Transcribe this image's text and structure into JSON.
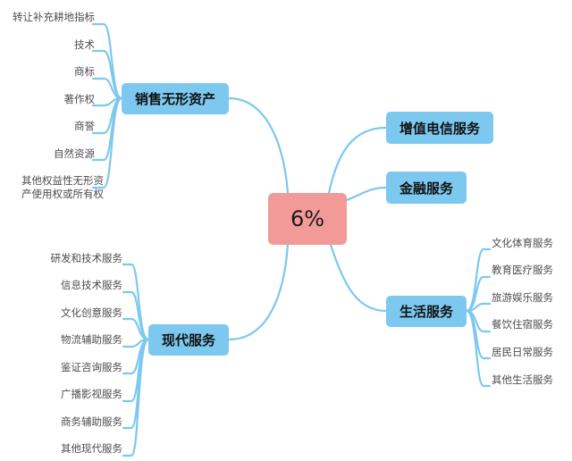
{
  "center": {
    "label": "6%"
  },
  "branches": {
    "intangible": {
      "label": "销售无形资产",
      "leaves": [
        "转让补充耕地指标",
        "技术",
        "商标",
        "著作权",
        "商誉",
        "自然资源",
        "其他权益性无形资产使用权或所有权"
      ]
    },
    "telecom": {
      "label": "增值电信服务"
    },
    "finance": {
      "label": "金融服务"
    },
    "life": {
      "label": "生活服务",
      "leaves": [
        "文化体育服务",
        "教育医疗服务",
        "旅游娱乐服务",
        "餐饮住宿服务",
        "居民日常服务",
        "其他生活服务"
      ]
    },
    "modern": {
      "label": "现代服务",
      "leaves": [
        "研发和技术服务",
        "信息技术服务",
        "文化创意服务",
        "物流辅助服务",
        "鉴证咨询服务",
        "广播影视服务",
        "商务辅助服务",
        "其他现代服务"
      ]
    }
  },
  "colors": {
    "center": "#f29a98",
    "branch": "#7cc8ef",
    "line": "#7cc8ef",
    "leaf_text": "#4d4d4d"
  }
}
